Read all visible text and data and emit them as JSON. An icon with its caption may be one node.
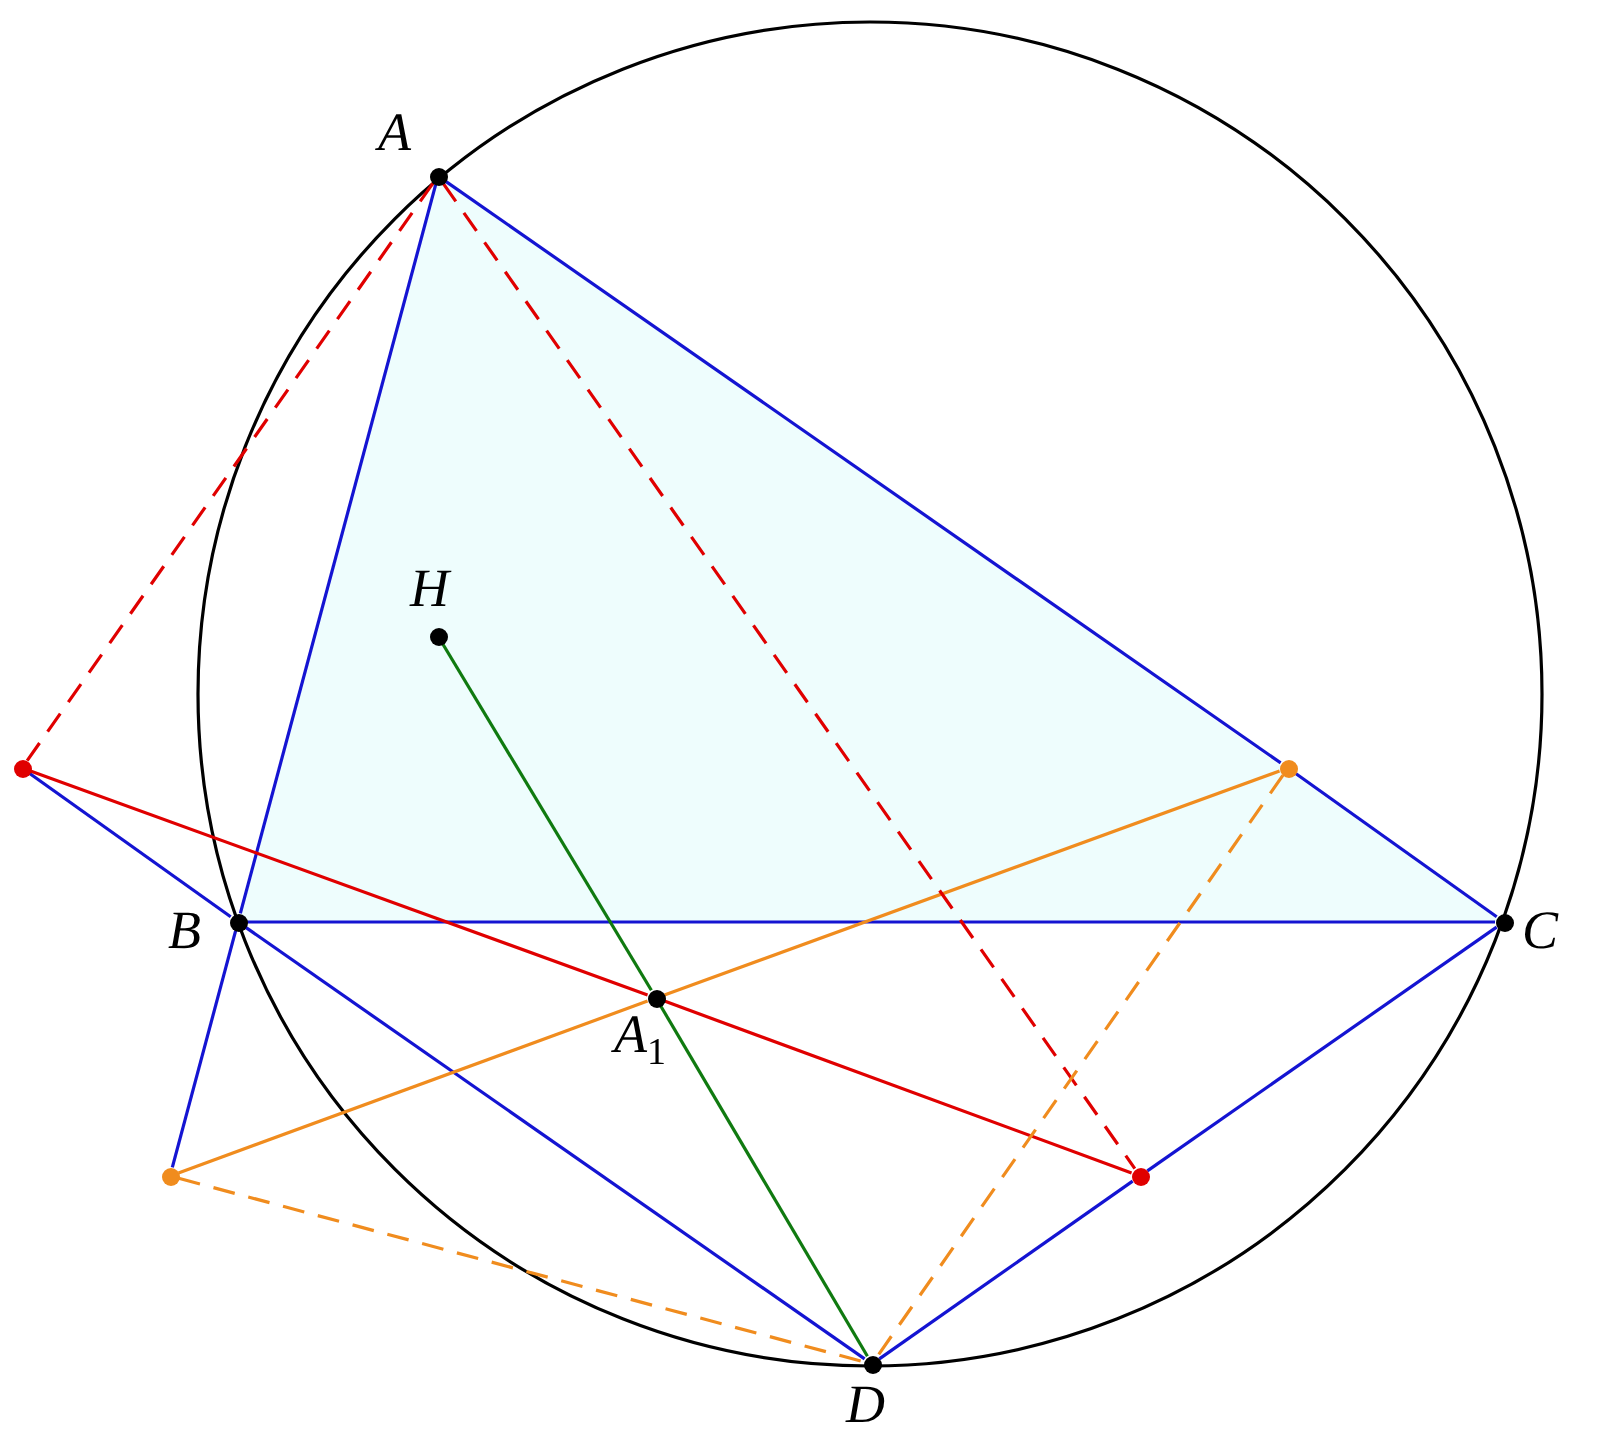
{
  "diagram": {
    "nodes": [
      {
        "text": [
          "A"
        ]
      },
      {
        "text": [
          "H"
        ]
      },
      {
        "text": [],
        "shape": "circle"
      },
      {
        "text": [],
        "shape": "circle"
      },
      {
        "text": [
          "B"
        ]
      },
      {
        "text": [
          "C"
        ]
      },
      {
        "text": [
          "A$_{1}$"
        ]
      },
      {
        "text": [],
        "shape": "circle"
      },
      {
        "text": [],
        "shape": "circle"
      },
      {
        "text": [
          "D"
        ]
      }
    ],
    "edges": [
      {
        "from": 0,
        "to": 4,
        "arrow": "none"
      },
      {
        "from": 4,
        "to": 7,
        "arrow": "none"
      },
      {
        "from": 0,
        "to": 3,
        "arrow": "none"
      },
      {
        "from": 3,
        "to": 5,
        "arrow": "none"
      },
      {
        "from": 4,
        "to": 5,
        "arrow": "none"
      },
      {
        "from": 2,
        "to": 4,
        "arrow": "none"
      },
      {
        "from": 4,
        "to": 9,
        "arrow": "none"
      },
      {
        "from": 5,
        "to": 8,
        "arrow": "none"
      },
      {
        "from": 8,
        "to": 9,
        "arrow": "none"
      },
      {
        "from": 1,
        "to": 6,
        "arrow": "none",
        "color": "#107a10"
      },
      {
        "from": 6,
        "to": 9,
        "arrow": "none",
        "color": "#107a10"
      },
      {
        "from": 2,
        "to": 6,
        "arrow": "none",
        "color": "#e00000"
      },
      {
        "from": 6,
        "to": 8,
        "arrow": "none",
        "color": "#e00000"
      },
      {
        "from": 7,
        "to": 6,
        "arrow": "none",
        "color": "#f08c1e"
      },
      {
        "from": 6,
        "to": 3,
        "arrow": "none",
        "color": "#f08c1e"
      },
      {
        "from": 0,
        "to": 2,
        "arrow": "none",
        "style": "dashed",
        "color": "#e00000"
      },
      {
        "from": 0,
        "to": 8,
        "arrow": "none",
        "style": "dashed",
        "color": "#e00000"
      },
      {
        "from": 7,
        "to": 9,
        "arrow": "none",
        "style": "dashed",
        "color": "#f08c1e"
      },
      {
        "from": 3,
        "to": 9,
        "arrow": "none",
        "style": "dashed",
        "color": "#f08c1e"
      }
    ]
  }
}
